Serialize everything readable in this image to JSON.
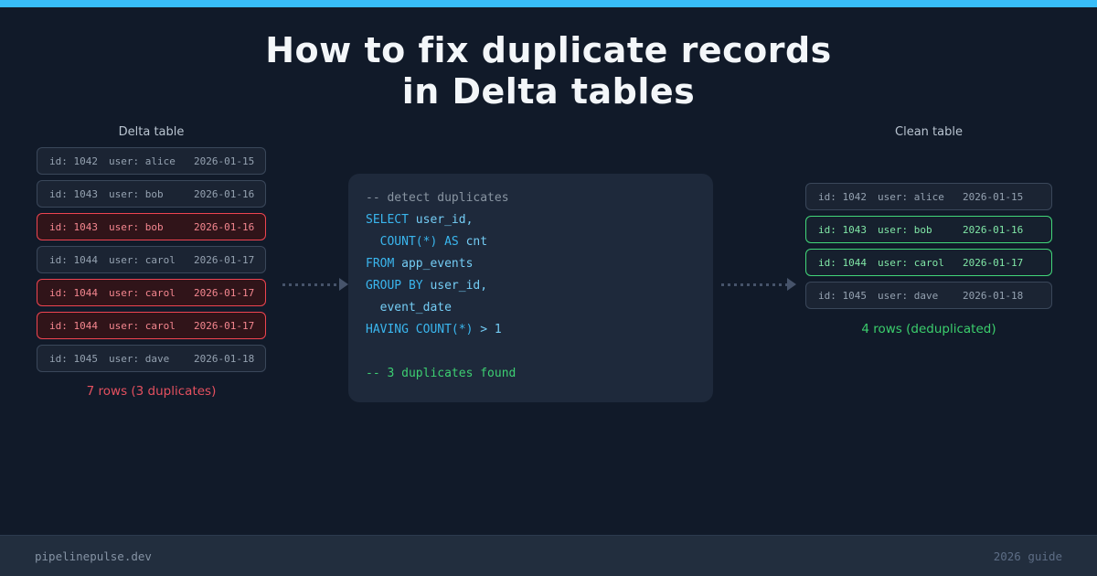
{
  "meta": {
    "colors": {
      "accent_blue": "#38bdf8",
      "page_background": "#111a29",
      "code_background": "#1e293b",
      "duplicate_red": "#ee4450",
      "kept_green": "#42d679",
      "keyword_blue": "#3ab6ee",
      "success_green": "#3dcf72"
    }
  },
  "title": {
    "line1": "How to fix duplicate records",
    "line2": "in Delta tables"
  },
  "delta_table": {
    "label": "Delta table",
    "rows": [
      {
        "id": "id: 1042",
        "user": "user: alice",
        "date": "2026-01-15",
        "status": "normal"
      },
      {
        "id": "id: 1043",
        "user": "user: bob",
        "date": "2026-01-16",
        "status": "normal"
      },
      {
        "id": "id: 1043",
        "user": "user: bob",
        "date": "2026-01-16",
        "status": "duplicate"
      },
      {
        "id": "id: 1044",
        "user": "user: carol",
        "date": "2026-01-17",
        "status": "normal"
      },
      {
        "id": "id: 1044",
        "user": "user: carol",
        "date": "2026-01-17",
        "status": "duplicate"
      },
      {
        "id": "id: 1044",
        "user": "user: carol",
        "date": "2026-01-17",
        "status": "duplicate"
      },
      {
        "id": "id: 1045",
        "user": "user: dave",
        "date": "2026-01-18",
        "status": "normal"
      }
    ],
    "caption": "7 rows (3 duplicates)"
  },
  "clean_table": {
    "label": "Clean table",
    "rows": [
      {
        "id": "id: 1042",
        "user": "user: alice",
        "date": "2026-01-15",
        "status": "normal"
      },
      {
        "id": "id: 1043",
        "user": "user: bob",
        "date": "2026-01-16",
        "status": "kept"
      },
      {
        "id": "id: 1044",
        "user": "user: carol",
        "date": "2026-01-17",
        "status": "kept"
      },
      {
        "id": "id: 1045",
        "user": "user: dave",
        "date": "2026-01-18",
        "status": "normal"
      }
    ],
    "caption": "4 rows (deduplicated)"
  },
  "code": {
    "lines": [
      {
        "segments": [
          {
            "t": "-- detect duplicates",
            "c": "comment"
          }
        ]
      },
      {
        "segments": [
          {
            "t": "SELECT",
            "c": "kw"
          },
          {
            "t": " user_id,",
            "c": "ident"
          }
        ]
      },
      {
        "segments": [
          {
            "t": "  COUNT(*) AS",
            "c": "kw"
          },
          {
            "t": " cnt",
            "c": "ident"
          }
        ]
      },
      {
        "segments": [
          {
            "t": "FROM",
            "c": "kw"
          },
          {
            "t": " app_events",
            "c": "ident"
          }
        ]
      },
      {
        "segments": [
          {
            "t": "GROUP BY",
            "c": "kw"
          },
          {
            "t": " user_id,",
            "c": "ident"
          }
        ]
      },
      {
        "segments": [
          {
            "t": "  event_date",
            "c": "ident"
          }
        ]
      },
      {
        "segments": [
          {
            "t": "HAVING COUNT(*)",
            "c": "kw"
          },
          {
            "t": " > 1",
            "c": "ident"
          }
        ]
      },
      {
        "segments": []
      },
      {
        "segments": [
          {
            "t": "-- 3 duplicates found",
            "c": "success"
          }
        ]
      }
    ]
  },
  "footer": {
    "site": "pipelinepulse.dev",
    "tag": "2026 guide"
  }
}
